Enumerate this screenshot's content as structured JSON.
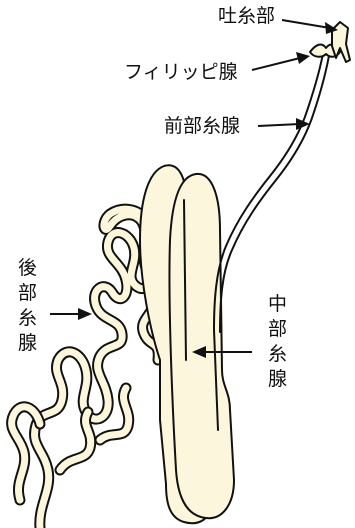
{
  "labels": {
    "spinneret": "吐糸部",
    "filippi_gland": "フィリッピ腺",
    "anterior_gland": "前部糸腺",
    "posterior_gland": [
      "後",
      "部",
      "糸",
      "腺"
    ],
    "middle_gland": [
      "中",
      "部",
      "糸",
      "腺"
    ]
  },
  "colors": {
    "gland_fill": "#fbf6dc",
    "outline": "#111111"
  }
}
